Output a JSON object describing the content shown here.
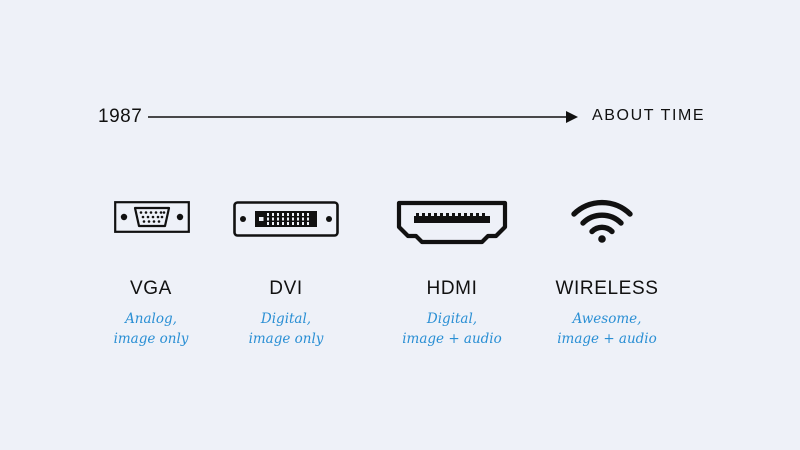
{
  "timeline": {
    "start_label": "1987",
    "end_label": "ABOUT TIME"
  },
  "connectors": [
    {
      "name": "VGA",
      "desc_line1": "Analog,",
      "desc_line2": "image only",
      "icon": "vga-port-icon"
    },
    {
      "name": "DVI",
      "desc_line1": "Digital,",
      "desc_line2": "image only",
      "icon": "dvi-port-icon"
    },
    {
      "name": "HDMI",
      "desc_line1": "Digital,",
      "desc_line2": "image + audio",
      "icon": "hdmi-port-icon"
    },
    {
      "name": "WIRELESS",
      "desc_line1": "Awesome,",
      "desc_line2": "image + audio",
      "icon": "wifi-icon"
    }
  ],
  "colors": {
    "background": "#eef1f8",
    "text": "#111111",
    "accent": "#2a8fd4"
  }
}
